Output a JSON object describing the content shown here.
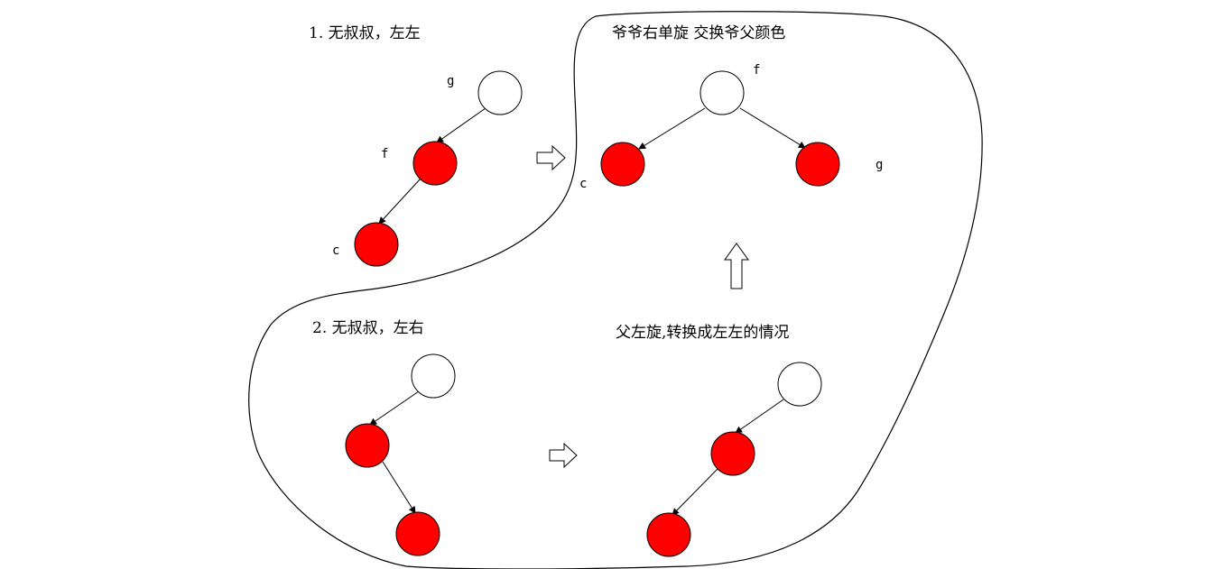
{
  "captions": {
    "case1": "1. 无叔叔，左左",
    "case1_result": "爷爷右单旋  交换爷父颜色",
    "case2": "2. 无叔叔，左右",
    "case2_result": "父左旋,转换成左左的情况"
  },
  "labels": {
    "tree1_g": "g",
    "tree1_f": "f",
    "tree1_c": "c",
    "tree2_f": "f",
    "tree2_c": "c",
    "tree2_g": "g"
  },
  "colors": {
    "red_node": "#ff0000",
    "black_node": "#ffffff",
    "line": "#000000"
  }
}
